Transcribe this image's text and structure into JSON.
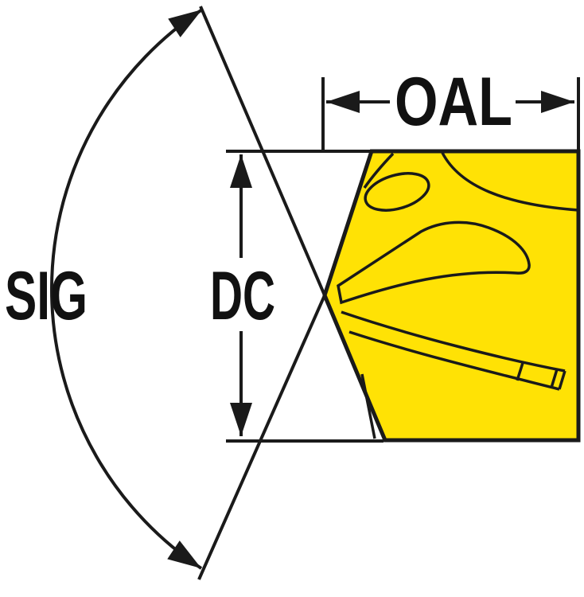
{
  "diagram": {
    "description": "Technical dimension drawing of a yellow drill-tip insert showing point angle, cutting diameter and overall length",
    "labels": {
      "angle": "SIG",
      "diameter": "DC",
      "length": "OAL"
    },
    "colors": {
      "insert_fill": "#FFE205",
      "line": "#1A1A1A",
      "background": "#FFFFFF"
    }
  }
}
